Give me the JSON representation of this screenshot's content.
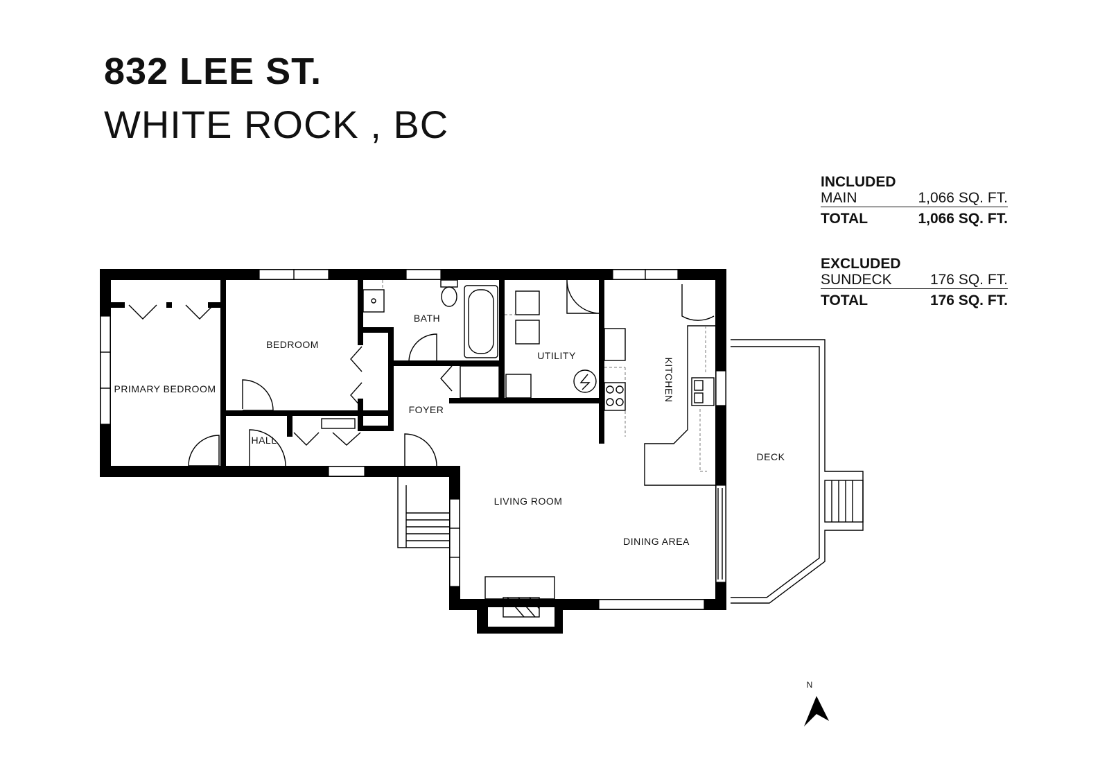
{
  "header": {
    "address_line1": "832 LEE ST.",
    "address_line2": "WHITE ROCK , BC"
  },
  "areas": {
    "included": {
      "heading": "INCLUDED",
      "rows": [
        {
          "label": "MAIN",
          "value": "1,066 SQ. FT."
        }
      ],
      "total_label": "TOTAL",
      "total_value": "1,066 SQ. FT."
    },
    "excluded": {
      "heading": "EXCLUDED",
      "rows": [
        {
          "label": "SUNDECK",
          "value": "176 SQ. FT."
        }
      ],
      "total_label": "TOTAL",
      "total_value": "176 SQ. FT."
    }
  },
  "rooms": {
    "primary_bedroom": "PRIMARY BEDROOM",
    "bedroom": "BEDROOM",
    "bath": "BATH",
    "utility": "UTILITY",
    "kitchen": "KITCHEN",
    "foyer": "FOYER",
    "hall": "HALL",
    "deck": "DECK",
    "living_room": "LIVING ROOM",
    "dining_area": "DINING AREA"
  },
  "compass": {
    "label": "N",
    "icon": "north-arrow-icon"
  },
  "colors": {
    "wall": "#000000",
    "fixture": "#777777",
    "background": "#ffffff"
  }
}
